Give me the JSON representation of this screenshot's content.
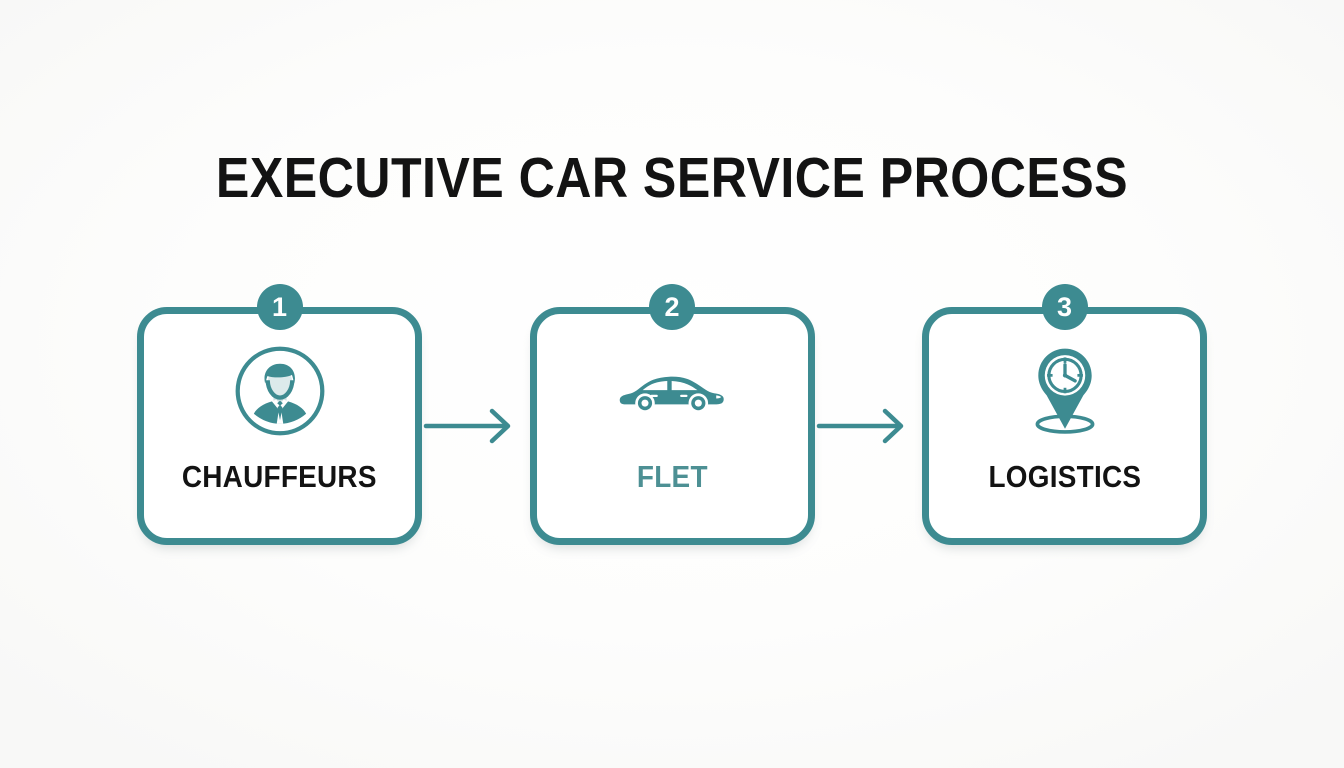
{
  "page": {
    "title": "EXECUTIVE CAR SERVICE PROCESS",
    "background_color": "#fbfbfa",
    "accent_color": "#3d8b91",
    "title_color": "#131313"
  },
  "flow": {
    "steps": [
      {
        "number": "1",
        "label": "CHAUFFEURS",
        "icon": "businessman-in-circle-icon",
        "label_color": "#131313"
      },
      {
        "number": "2",
        "label": "FLET",
        "icon": "sedan-car-icon",
        "label_color": "#4d9094"
      },
      {
        "number": "3",
        "label": "LOGISTICS",
        "icon": "map-pin-clock-icon",
        "label_color": "#131313"
      }
    ],
    "connectors": [
      {
        "icon": "arrow-right-icon"
      },
      {
        "icon": "arrow-right-icon"
      }
    ]
  }
}
